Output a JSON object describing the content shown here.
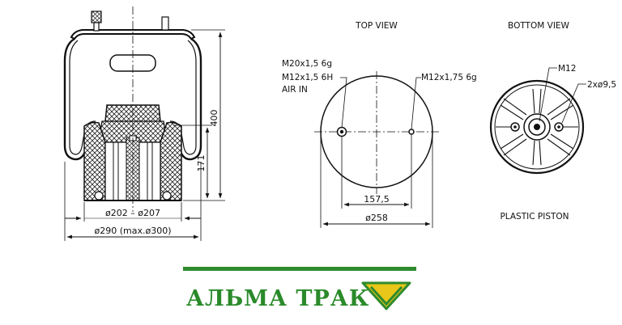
{
  "labels": {
    "top_view": "TOP VIEW",
    "bottom_view": "BOTTOM VIEW",
    "thread_main": "M20x1,5  6g",
    "thread_air": "M12x1,5  6H",
    "air_in": "AIR IN",
    "thread_side": "M12x1,75  6g",
    "m12": "M12",
    "holes": "2xø9,5",
    "plastic_piston": "PLASTIC PISTON"
  },
  "dimensions": {
    "height_total": "400",
    "height_piston": "171",
    "piston_diameter": "ø202 – ø207",
    "outer_diameter": "ø290  (max.ø300)",
    "bolt_spacing": "157,5",
    "plate_diameter": "ø258"
  },
  "brand": {
    "name": "АЛЬМА ТРАК",
    "line_color": "#2e8b2e",
    "logo_color": "#e8c61a",
    "logo_outline": "#2e8b2e"
  }
}
